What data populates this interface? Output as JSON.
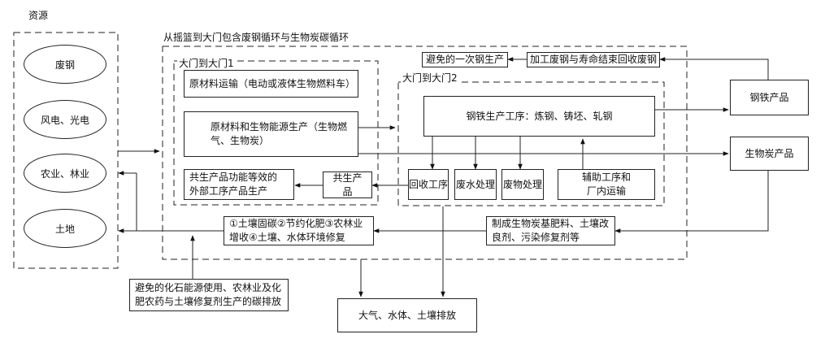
{
  "resources": {
    "title": "资源",
    "items": [
      "废钢",
      "风电、光电",
      "农业、林业",
      "土地"
    ]
  },
  "outer": {
    "title": "从摇篮到大门包含废钢循环与生物炭碳循环"
  },
  "g2g1": {
    "title": "大门到大门1",
    "raw_transport": "原材料运输（电动或液体生物燃料车）",
    "raw_energy_line1": "原材料和生物能源生产（生物燃",
    "raw_energy_line2": "气、生物炭）",
    "coproduct_ext_line1": "共生产品功能等效的",
    "coproduct_ext_line2": "外部工序产品生产",
    "coproduct": "共生产品"
  },
  "g2g2": {
    "title": "大门到大门2",
    "steel_process": "钢铁生产工序：炼钢、铸坯、轧钢",
    "recovery": "回收工序",
    "wastewater": "废水处理",
    "waste": "废物处理",
    "aux_line1": "辅助工序和",
    "aux_line2": "厂内运输"
  },
  "avoid_primary": "避免的一次钢生产",
  "scrap_processing": "加工废钢与寿命结束回收废钢",
  "steel_product": "钢铁产品",
  "biochar_product": "生物炭产品",
  "biochar_fert_line1": "制成生物炭基肥料、土壤改",
  "biochar_fert_line2": "良剂、污染修复剂等",
  "benefits_line1": "①土壤固碳②节约化肥③农林业",
  "benefits_line2": "增收④土壤、水体环境修复",
  "avoided_emis_line1": "避免的化石能源使用、农林业及化",
  "avoided_emis_line2": "肥农药与土壤修复剂生产的碳排放",
  "emissions": "大气、水体、土壤排放"
}
